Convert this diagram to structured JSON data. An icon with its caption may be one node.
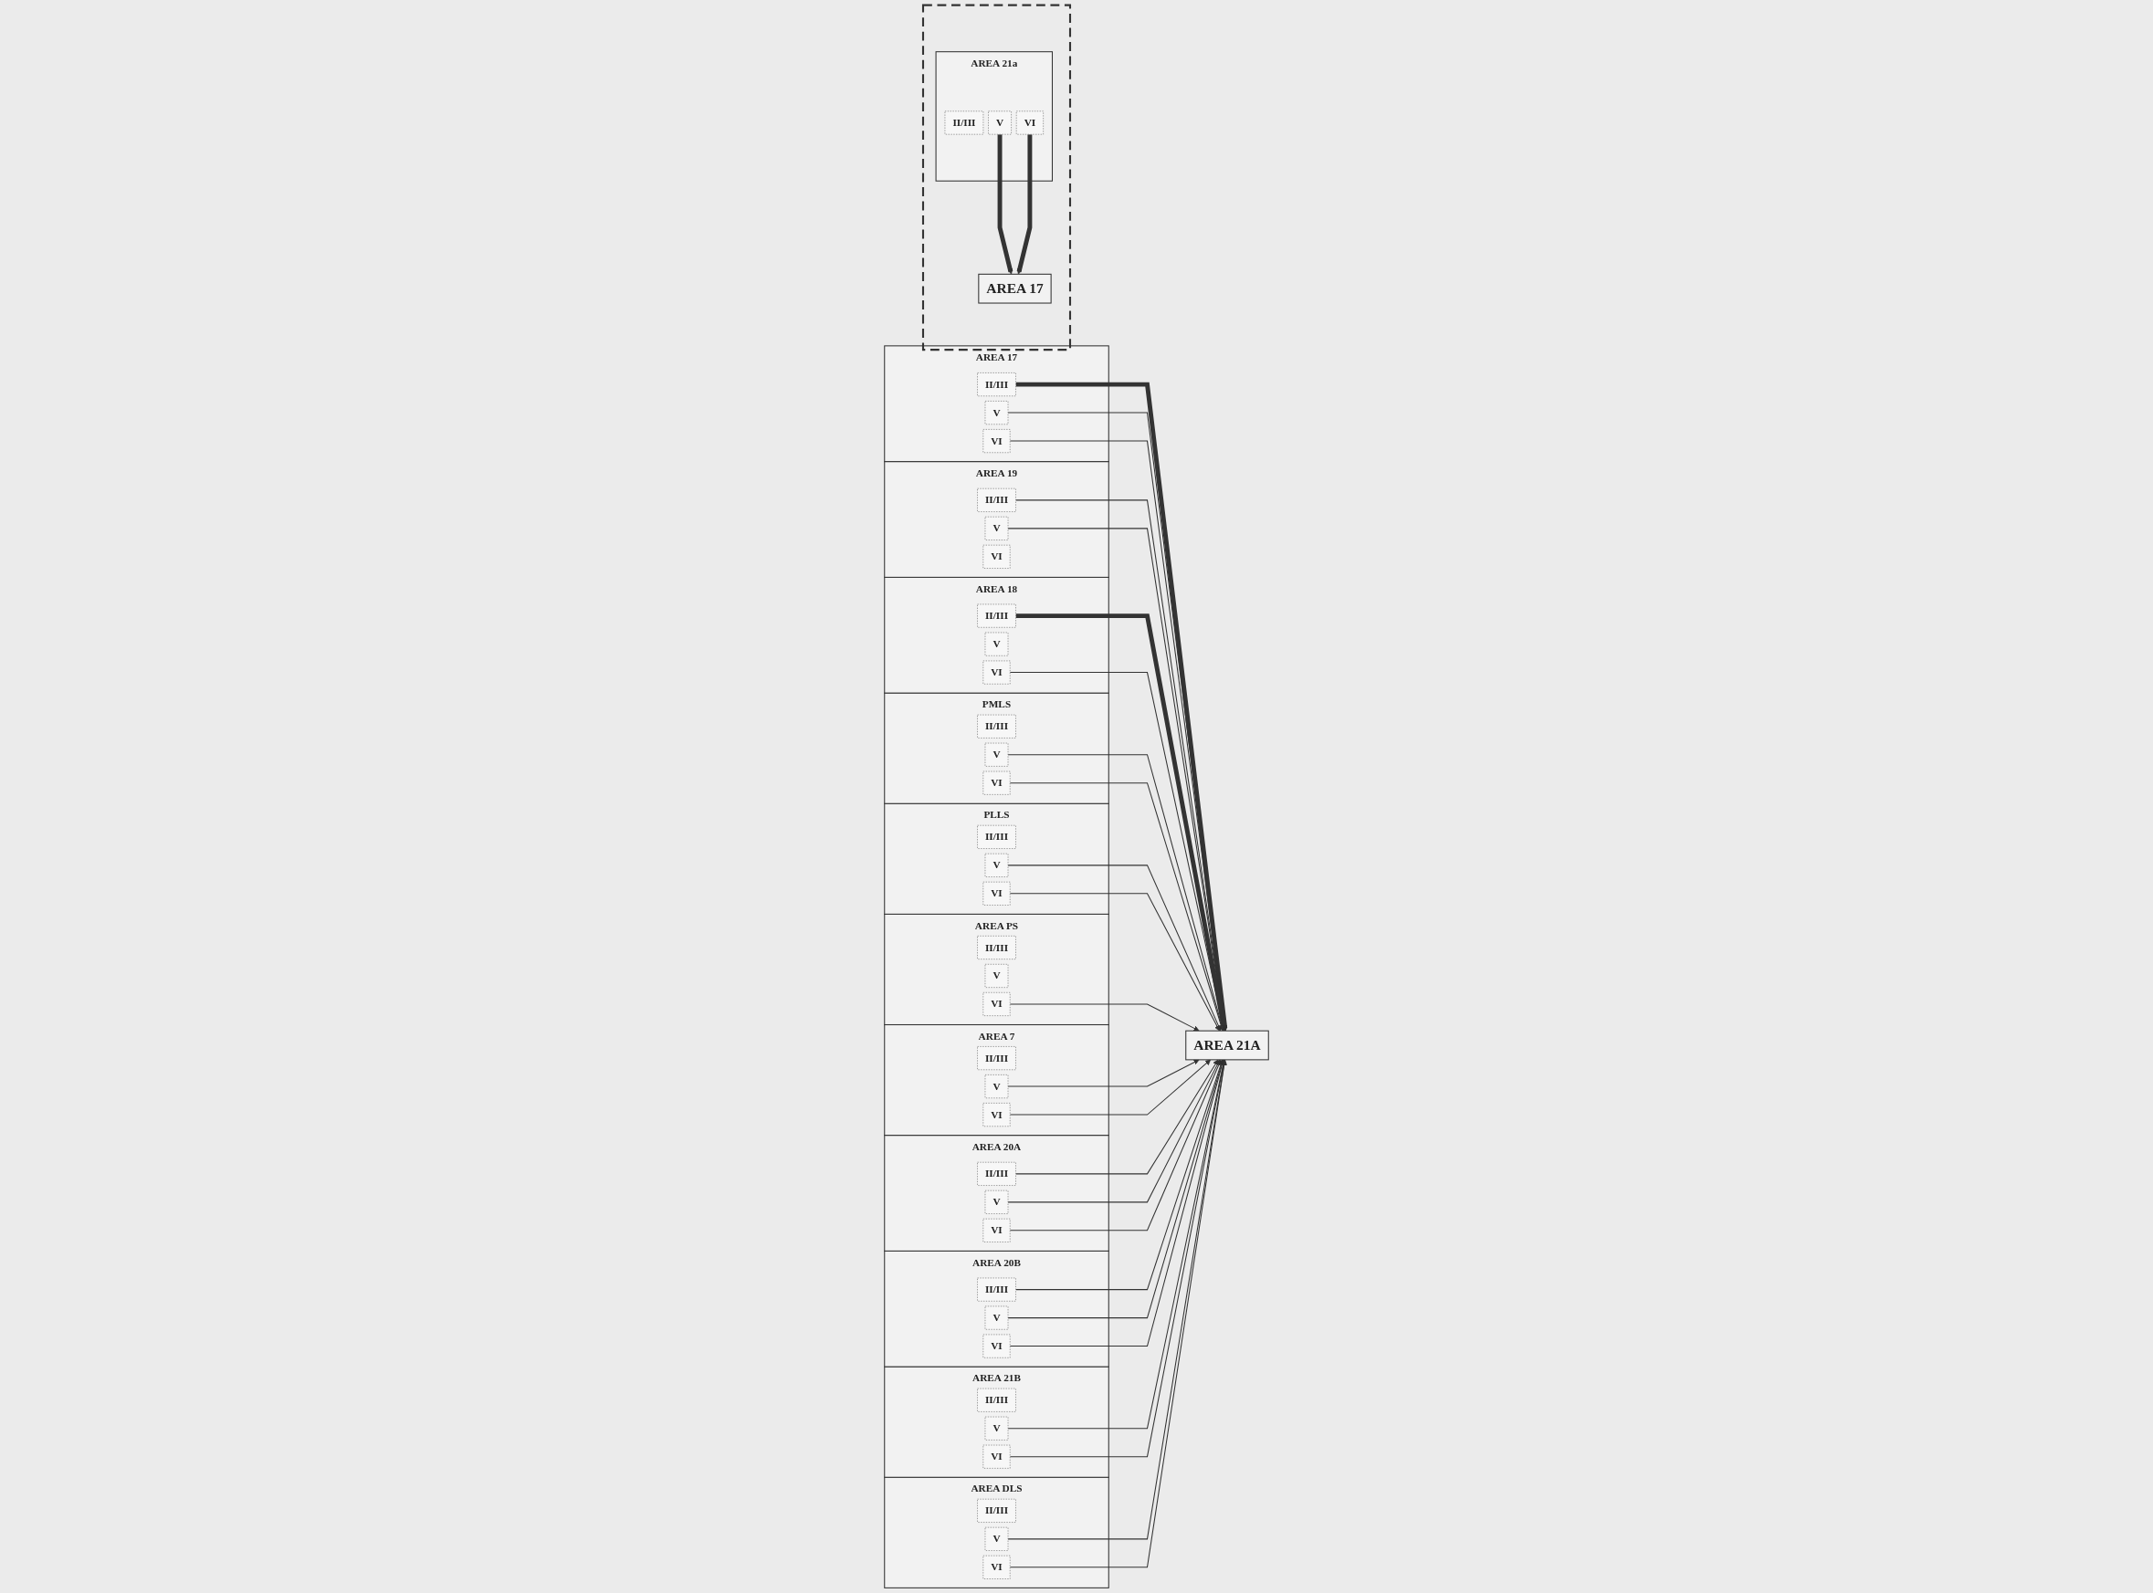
{
  "diagram": {
    "nodes": [
      {
        "text": [
          "AREA 17"
        ]
      },
      {
        "text": [
          "II/III"
        ],
        "in": 0
      },
      {
        "text": [
          "V"
        ],
        "in": 0
      },
      {
        "text": [
          "VI"
        ],
        "in": 0
      },
      {
        "text": [
          "AREA 19"
        ]
      },
      {
        "text": [
          "II/III"
        ],
        "in": 4
      },
      {
        "text": [
          "V"
        ],
        "in": 4
      },
      {
        "text": [
          "VI"
        ],
        "in": 4
      },
      {
        "text": [
          "AREA 18"
        ]
      },
      {
        "text": [
          "II/III"
        ],
        "in": 8
      },
      {
        "text": [
          "V"
        ],
        "in": 8
      },
      {
        "text": [
          "VI"
        ],
        "in": 8
      },
      {
        "text": [
          "PMLS"
        ]
      },
      {
        "text": [
          "II/III"
        ],
        "in": 12
      },
      {
        "text": [
          "V"
        ],
        "in": 12
      },
      {
        "text": [
          "VI"
        ],
        "in": 12
      },
      {
        "text": [
          "AREA 21A"
        ]
      },
      {
        "text": [
          "PLLS"
        ]
      },
      {
        "text": [
          "II/III"
        ],
        "in": 17
      },
      {
        "text": [
          "V"
        ],
        "in": 17
      },
      {
        "text": [
          "VI"
        ],
        "in": 17
      },
      {
        "text": [
          "AREA PS"
        ]
      },
      {
        "text": [
          "II/III"
        ],
        "in": 21
      },
      {
        "text": [
          "V"
        ],
        "in": 21
      },
      {
        "text": [
          "VI"
        ],
        "in": 21
      },
      {
        "text": [
          "AREA 7"
        ]
      },
      {
        "text": [
          "II/III"
        ],
        "in": 25
      },
      {
        "text": [
          "V"
        ],
        "in": 25
      },
      {
        "text": [
          "VI"
        ],
        "in": 25
      },
      {
        "text": [
          "AREA 20A"
        ]
      },
      {
        "text": [
          "II/III"
        ],
        "in": 29
      },
      {
        "text": [
          "V"
        ],
        "in": 29
      },
      {
        "text": [
          "VI"
        ],
        "in": 29
      },
      {
        "text": [
          "AREA 20B"
        ]
      },
      {
        "text": [
          "II/III"
        ],
        "in": 33
      },
      {
        "text": [
          "V"
        ],
        "in": 33
      },
      {
        "text": [
          "VI"
        ],
        "in": 33
      },
      {
        "text": [
          "AREA 21B"
        ]
      },
      {
        "text": [
          "II/III"
        ],
        "in": 37
      },
      {
        "text": [
          "V"
        ],
        "in": 37
      },
      {
        "text": [
          "VI"
        ],
        "in": 37
      },
      {
        "text": [
          "AREA DLS"
        ]
      },
      {
        "text": [
          "II/III"
        ],
        "in": 41
      },
      {
        "text": [
          "V"
        ],
        "in": 41
      },
      {
        "text": [
          "VI"
        ],
        "in": 41
      },
      {
        "text": [],
        "shape": "box"
      },
      {
        "text": [
          "AREA 17"
        ],
        "in": 45
      },
      {
        "text": [
          "AREA 21a"
        ],
        "in": 45
      },
      {
        "text": [
          "II/III"
        ],
        "in": 47
      },
      {
        "text": [
          "V"
        ],
        "in": 47
      },
      {
        "text": [
          "VI"
        ],
        "in": 47
      }
    ],
    "edges": [
      {
        "from": 1,
        "to": 16,
        "arrow": "to",
        "style": "thick"
      },
      {
        "from": 2,
        "to": 16,
        "arrow": "to"
      },
      {
        "from": 3,
        "to": 16,
        "arrow": "to"
      },
      {
        "from": 5,
        "to": 16,
        "arrow": "to"
      },
      {
        "from": 6,
        "to": 16,
        "arrow": "to"
      },
      {
        "from": 9,
        "to": 16,
        "arrow": "to",
        "style": "thick"
      },
      {
        "from": 11,
        "to": 16,
        "arrow": "to"
      },
      {
        "from": 14,
        "to": 16,
        "arrow": "to"
      },
      {
        "from": 15,
        "to": 16,
        "arrow": "to"
      },
      {
        "from": 19,
        "to": 16,
        "arrow": "to"
      },
      {
        "from": 20,
        "to": 16,
        "arrow": "to"
      },
      {
        "from": 24,
        "to": 16,
        "arrow": "to"
      },
      {
        "from": 27,
        "to": 16,
        "arrow": "to"
      },
      {
        "from": 28,
        "to": 16,
        "arrow": "to"
      },
      {
        "from": 30,
        "to": 16,
        "arrow": "to"
      },
      {
        "from": 31,
        "to": 16,
        "arrow": "to"
      },
      {
        "from": 32,
        "to": 16,
        "arrow": "to"
      },
      {
        "from": 34,
        "to": 16,
        "arrow": "to"
      },
      {
        "from": 35,
        "to": 16,
        "arrow": "to"
      },
      {
        "from": 36,
        "to": 16,
        "arrow": "to"
      },
      {
        "from": 39,
        "to": 16,
        "arrow": "to"
      },
      {
        "from": 40,
        "to": 16,
        "arrow": "to"
      },
      {
        "from": 43,
        "to": 16,
        "arrow": "to"
      },
      {
        "from": 44,
        "to": 16,
        "arrow": "to"
      },
      {
        "from": 49,
        "to": 46,
        "arrow": "to",
        "style": "thick"
      },
      {
        "from": 50,
        "to": 46,
        "arrow": "to",
        "style": "thick"
      }
    ]
  }
}
